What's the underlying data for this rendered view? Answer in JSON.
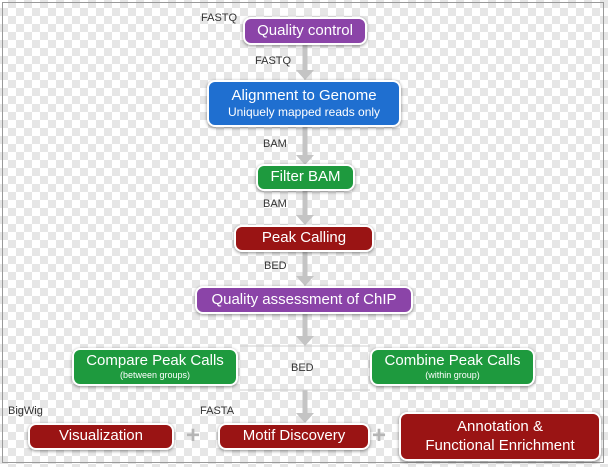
{
  "steps": {
    "qc": "Quality control",
    "align": "Alignment to Genome",
    "align_sub": "Uniquely mapped reads only",
    "filter": "Filter BAM",
    "peak": "Peak Calling",
    "qa": "Quality assessment of ChIP",
    "compare": "Compare Peak Calls",
    "compare_sub": "(between groups)",
    "combine": "Combine Peak Calls",
    "combine_sub": "(within group)",
    "viz": "Visualization",
    "motif": "Motif Discovery",
    "annot_1": "Annotation &",
    "annot_2": "Functional Enrichment"
  },
  "labels": {
    "fastq_top": "FASTQ",
    "fastq_mid": "FASTQ",
    "bam_1": "BAM",
    "bam_2": "BAM",
    "bed_1": "BED",
    "bed_2": "BED",
    "bigwig": "BigWig",
    "fasta": "FASTA"
  },
  "plus_signs": [
    "+",
    "+"
  ],
  "colors": {
    "purple": "#8b44a8",
    "blue": "#1f6fd0",
    "green": "#1e9a3e",
    "red": "#9a1414",
    "arrow": "#c4c4c4"
  }
}
